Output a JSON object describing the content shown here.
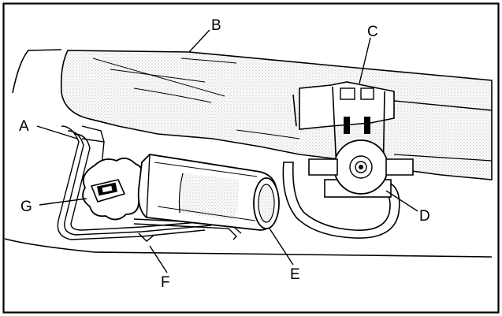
{
  "callouts": {
    "a": "A",
    "b": "B",
    "c": "C",
    "d": "D",
    "e": "E",
    "f": "F",
    "g": "G"
  },
  "colors": {
    "stroke": "#000000",
    "background": "#ffffff",
    "stipple": "#8a8a8a"
  }
}
